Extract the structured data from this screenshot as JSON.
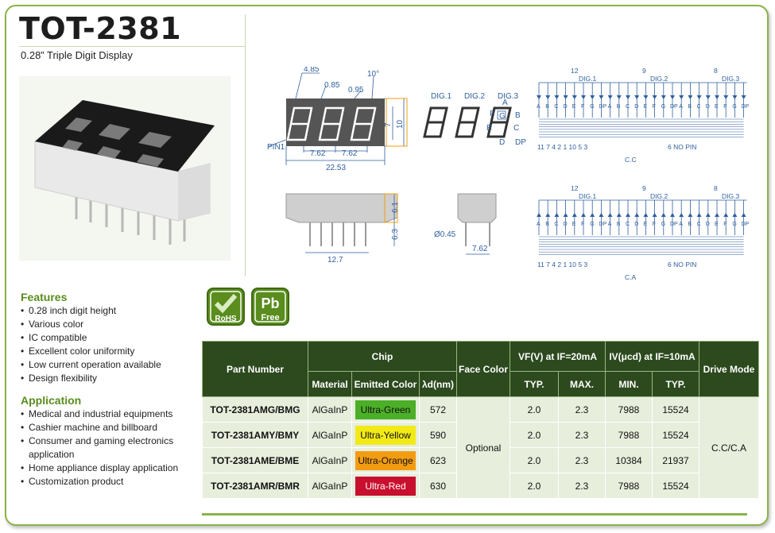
{
  "header": {
    "title": "TOT-2381",
    "subtitle": "0.28” Triple Digit Display"
  },
  "colors": {
    "accent": "#5a8c1e",
    "table_header": "#2c4a1e",
    "row_bg": "#e7eedc",
    "green": "#4caf28",
    "yellow": "#f2ea17",
    "orange": "#f39c12",
    "red": "#c8102e"
  },
  "features": {
    "title": "Features",
    "items": [
      "0.28 inch digit height",
      "Various color",
      "IC compatible",
      "Excellent color uniformity",
      "Low current operation available",
      "Design flexibility"
    ]
  },
  "application": {
    "title": "Application",
    "items": [
      "Medical and industrial equipments",
      "Cashier machine and billboard",
      "Consumer and gaming electronics application",
      "Home appliance display application",
      "Customization product"
    ]
  },
  "badges": {
    "rohs": "RoHS",
    "pb": "Pb",
    "free": "Free"
  },
  "drawing": {
    "dims": {
      "d485": "4.85",
      "d085": "0.85",
      "d095": "0.95",
      "deg10": "10°",
      "d7": "7",
      "d10": "10",
      "pin1": "PIN1",
      "d762a": "7.62",
      "d762b": "7.62",
      "d2253": "22.53",
      "d61": "6.1",
      "d63": "6.3",
      "d127": "12.7",
      "d045": "Ø0.45",
      "d762c": "7.62"
    },
    "digits": {
      "dig1": "DIG.1",
      "dig2": "DIG.2",
      "dig3": "DIG.3"
    },
    "segments": {
      "a": "A",
      "b": "B",
      "c": "C",
      "d": "D",
      "e": "E",
      "f": "F",
      "g": "G",
      "dp": "DP"
    }
  },
  "circuits": [
    {
      "label": "C.C",
      "common": [
        "12",
        "9",
        "8"
      ],
      "digits": [
        "DIG.1",
        "DIG.2",
        "DIG.3"
      ],
      "seg_labels": [
        "A",
        "B",
        "C",
        "D",
        "E",
        "F",
        "G",
        "DP"
      ],
      "pins": "11 7 4 2 1 10 5 3",
      "nopin": "6 NO PIN"
    },
    {
      "label": "C.A",
      "common": [
        "12",
        "9",
        "8"
      ],
      "digits": [
        "DIG.1",
        "DIG.2",
        "DIG.3"
      ],
      "seg_labels": [
        "A",
        "B",
        "C",
        "D",
        "E",
        "F",
        "G",
        "DP"
      ],
      "pins": "11 7 4 2 1 10 5 3",
      "nopin": "6 NO PIN"
    }
  ],
  "table": {
    "headers": {
      "part_number": "Part Number",
      "chip": "Chip",
      "face_color": "Face Color",
      "vf": "VF(V) at IF=20mA",
      "iv": "IV(μcd) at IF=10mA",
      "drive_mode": "Drive Mode",
      "material": "Material",
      "emitted_color": "Emitted Color",
      "lambda": "λd(nm)",
      "typ": "TYP.",
      "max": "MAX.",
      "min": "MIN.",
      "typ2": "TYP."
    },
    "face_color_value": "Optional",
    "drive_mode_value": "C.C/C.A",
    "rows": [
      {
        "part": "TOT-2381AMG/BMG",
        "material": "AlGaInP",
        "color": "Ultra-Green",
        "color_hex": "#4caf28",
        "lambda": "572",
        "vf_typ": "2.0",
        "vf_max": "2.3",
        "iv_min": "7988",
        "iv_typ": "15524"
      },
      {
        "part": "TOT-2381AMY/BMY",
        "material": "AlGaInP",
        "color": "Ultra-Yellow",
        "color_hex": "#f2ea17",
        "lambda": "590",
        "vf_typ": "2.0",
        "vf_max": "2.3",
        "iv_min": "7988",
        "iv_typ": "15524"
      },
      {
        "part": "TOT-2381AME/BME",
        "material": "AlGaInP",
        "color": "Ultra-Orange",
        "color_hex": "#f39c12",
        "lambda": "623",
        "vf_typ": "2.0",
        "vf_max": "2.3",
        "iv_min": "10384",
        "iv_typ": "21937"
      },
      {
        "part": "TOT-2381AMR/BMR",
        "material": "AlGaInP",
        "color": "Ultra-Red",
        "color_hex": "#c8102e",
        "lambda": "630",
        "vf_typ": "2.0",
        "vf_max": "2.3",
        "iv_min": "7988",
        "iv_typ": "15524"
      }
    ]
  }
}
